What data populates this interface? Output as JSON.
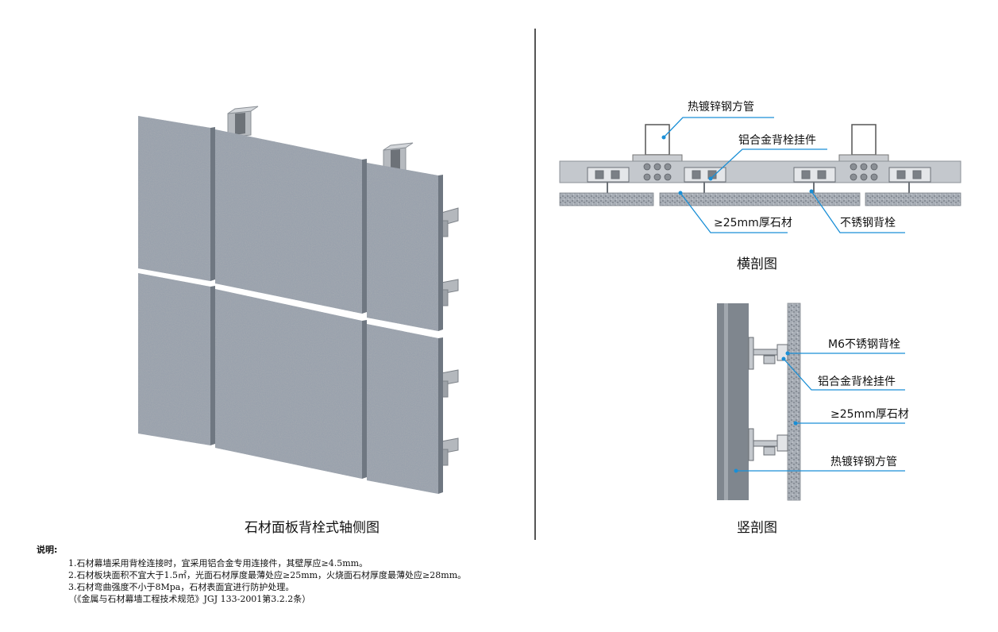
{
  "axonometric": {
    "caption": "石材面板背栓式轴侧图"
  },
  "horizontal_section": {
    "caption": "横剖图",
    "labels": {
      "square_tube": "热镀锌钢方管",
      "aluminum_hanger": "铝合金背栓挂件",
      "stone": "≥25mm厚石材",
      "stainless_anchor": "不锈钢背栓"
    }
  },
  "vertical_section": {
    "caption": "竖剖图",
    "labels": {
      "m6_anchor": "M6不锈钢背栓",
      "aluminum_hanger": "铝合金背栓挂件",
      "stone": "≥25mm厚石材",
      "square_tube": "热镀锌钢方管"
    }
  },
  "notes": {
    "title": "说明:",
    "lines": [
      "1.石材幕墙采用背栓连接时，宜采用铝合金专用连接件，其壁厚应≥4.5mm。",
      "2.石材板块面积不宜大于1.5㎡，光面石材厚度最薄处应≥25mm，火烧面石材厚度最薄处应≥28mm。",
      "3.石材弯曲强度不小于8Mpa，石材表面宜进行防护处理。",
      "（《金属与石材幕墙工程技术规范》JGJ 133-2001第3.2.2条）"
    ]
  },
  "colors": {
    "leader": "#1a8fd6",
    "stone": "#9aa2ad",
    "steel": "#b9bdc2",
    "divider": "#555555"
  }
}
